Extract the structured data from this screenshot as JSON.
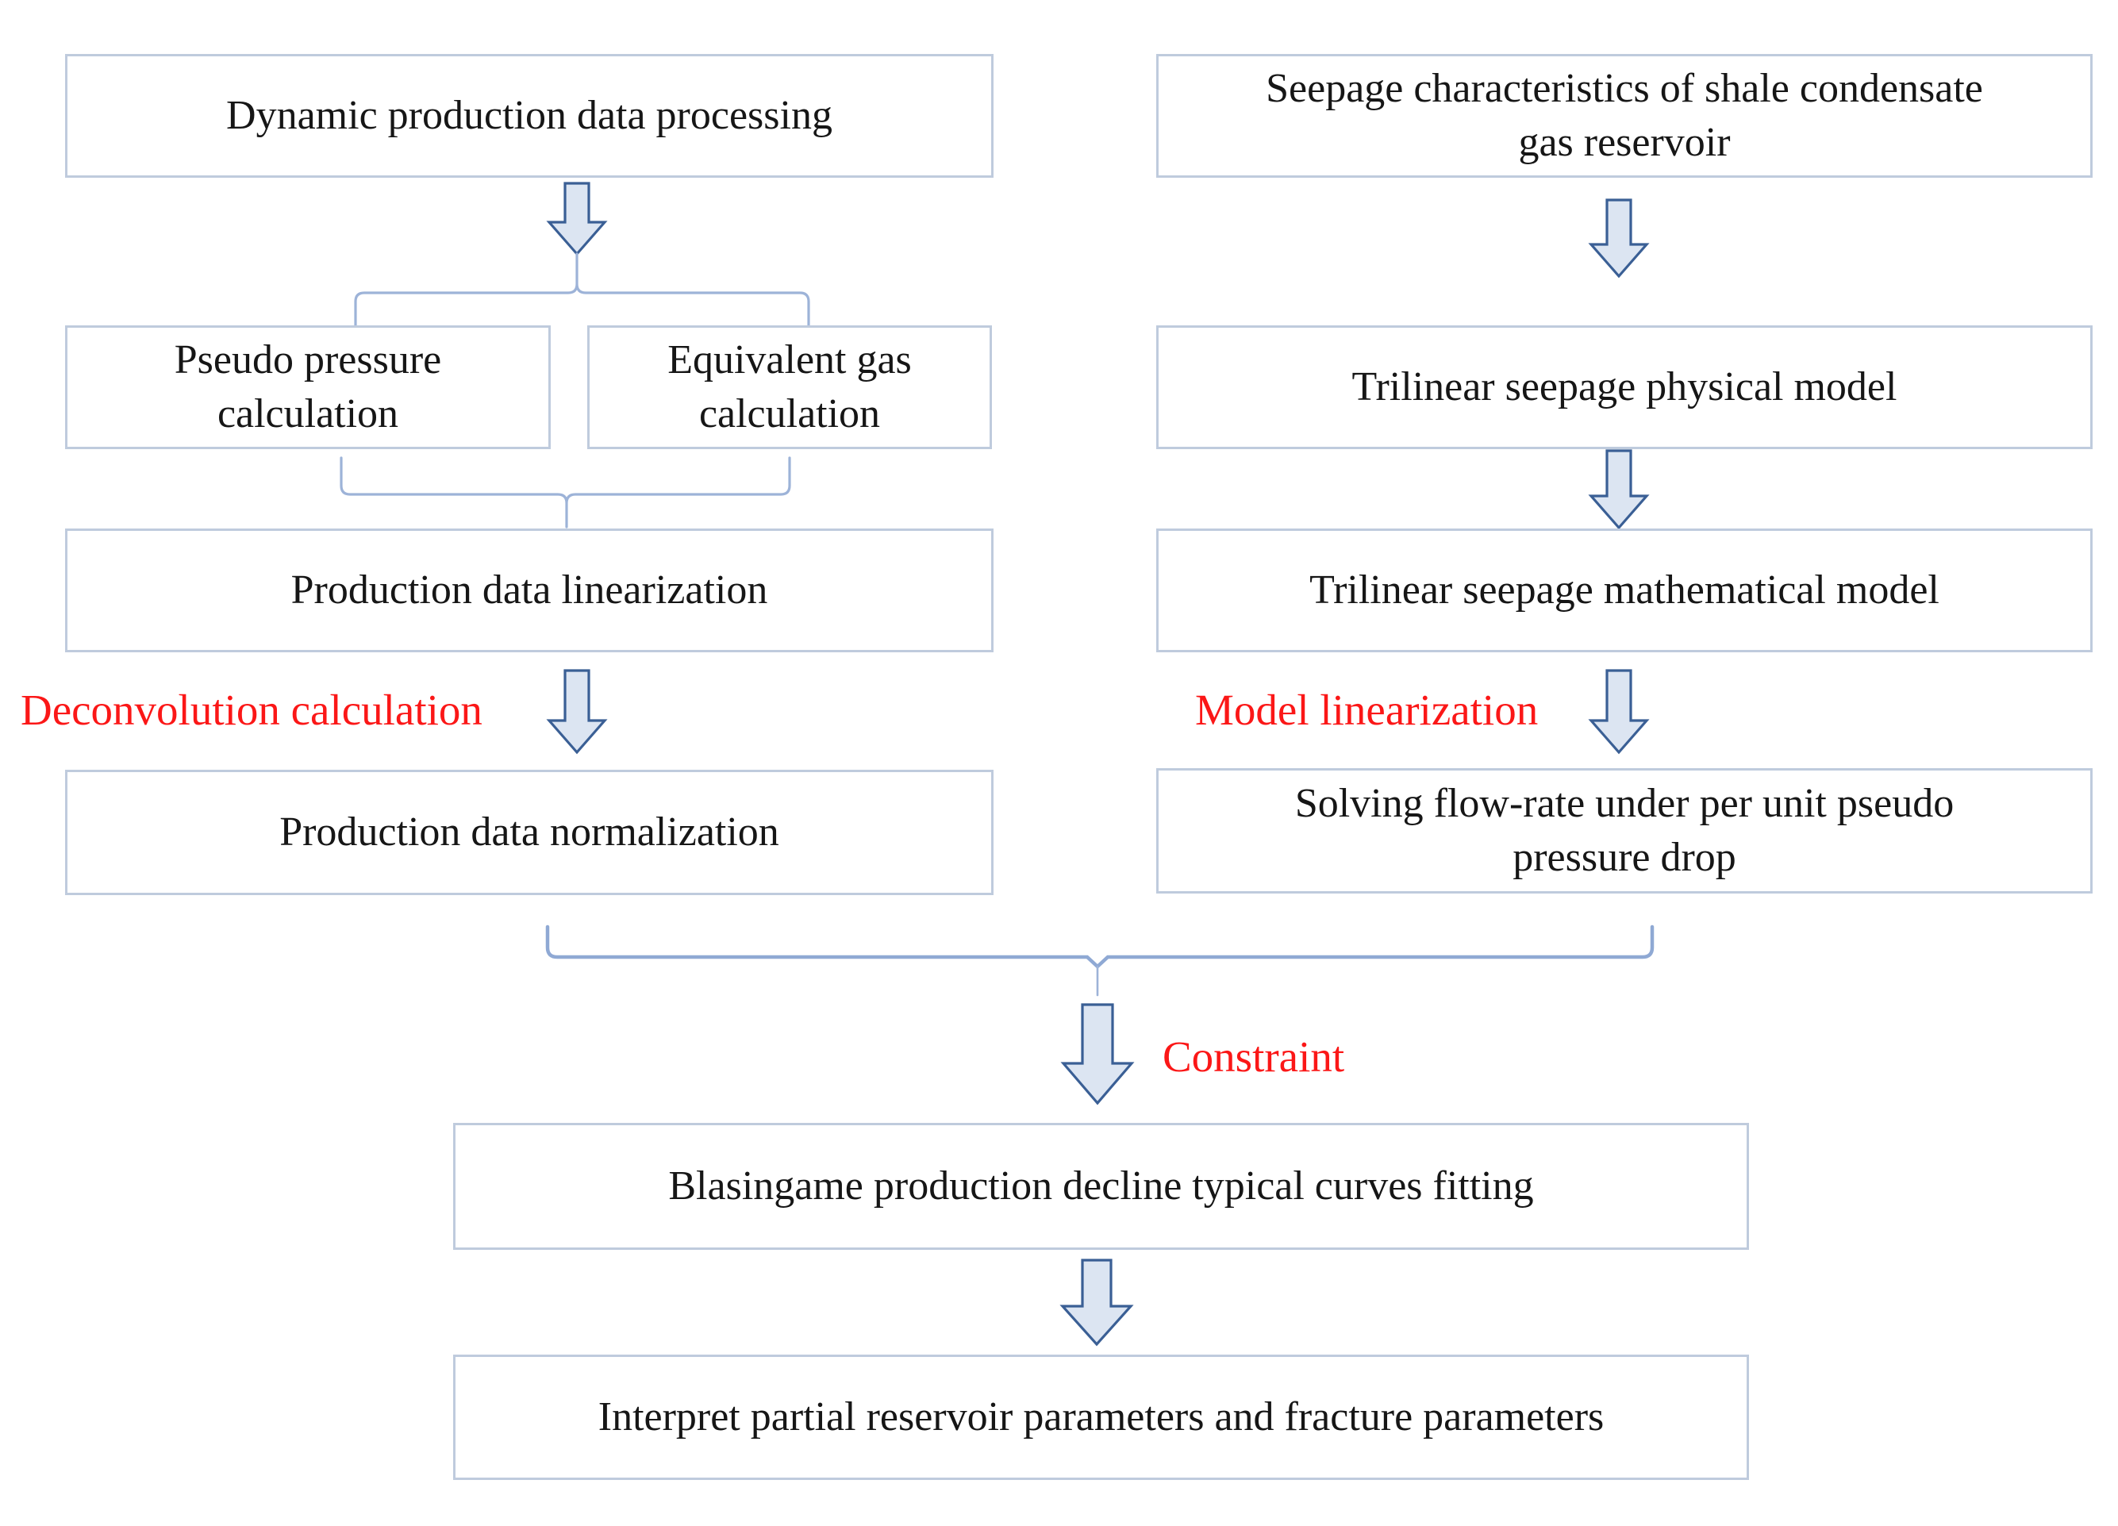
{
  "diagram": {
    "type": "flowchart",
    "nodes": {
      "dynamic_production": {
        "label": "Dynamic production data processing"
      },
      "seepage_characteristics": {
        "label": "Seepage characteristics of shale condensate\ngas reservoir"
      },
      "pseudo_pressure": {
        "label": "Pseudo pressure\ncalculation"
      },
      "equivalent_gas": {
        "label": "Equivalent gas\ncalculation"
      },
      "trilinear_physical": {
        "label": "Trilinear seepage physical model"
      },
      "production_linearization": {
        "label": "Production data linearization"
      },
      "trilinear_mathematical": {
        "label": "Trilinear seepage mathematical model"
      },
      "production_normalization": {
        "label": "Production data normalization"
      },
      "solving_flow_rate": {
        "label": "Solving flow-rate under per unit pseudo\npressure drop"
      },
      "blasingame_fitting": {
        "label": "Blasingame production decline typical curves fitting"
      },
      "interpret_parameters": {
        "label": "Interpret partial reservoir parameters and fracture parameters"
      }
    },
    "edge_labels": {
      "deconvolution": "Deconvolution calculation",
      "model_linearization": "Model linearization",
      "constraint": "Constraint"
    },
    "edges": [
      "dynamic_production -> pseudo_pressure + equivalent_gas (split brace)",
      "pseudo_pressure + equivalent_gas -> production_linearization (merge brace)",
      "production_linearization -> production_normalization (label: Deconvolution calculation)",
      "seepage_characteristics -> trilinear_physical",
      "trilinear_physical -> trilinear_mathematical",
      "trilinear_mathematical -> solving_flow_rate (label: Model linearization)",
      "production_normalization + solving_flow_rate -> blasingame_fitting (bracket, label: Constraint)",
      "blasingame_fitting -> interpret_parameters"
    ]
  },
  "colors": {
    "box_border": "#bfcbdd",
    "arrow_fill": "#dce5f2",
    "arrow_stroke": "#3a5f95",
    "connector": "#9db3d8",
    "bracket": "#8fa9d4",
    "label_red": "#fb1717",
    "text": "#161616",
    "background": "#ffffff"
  }
}
